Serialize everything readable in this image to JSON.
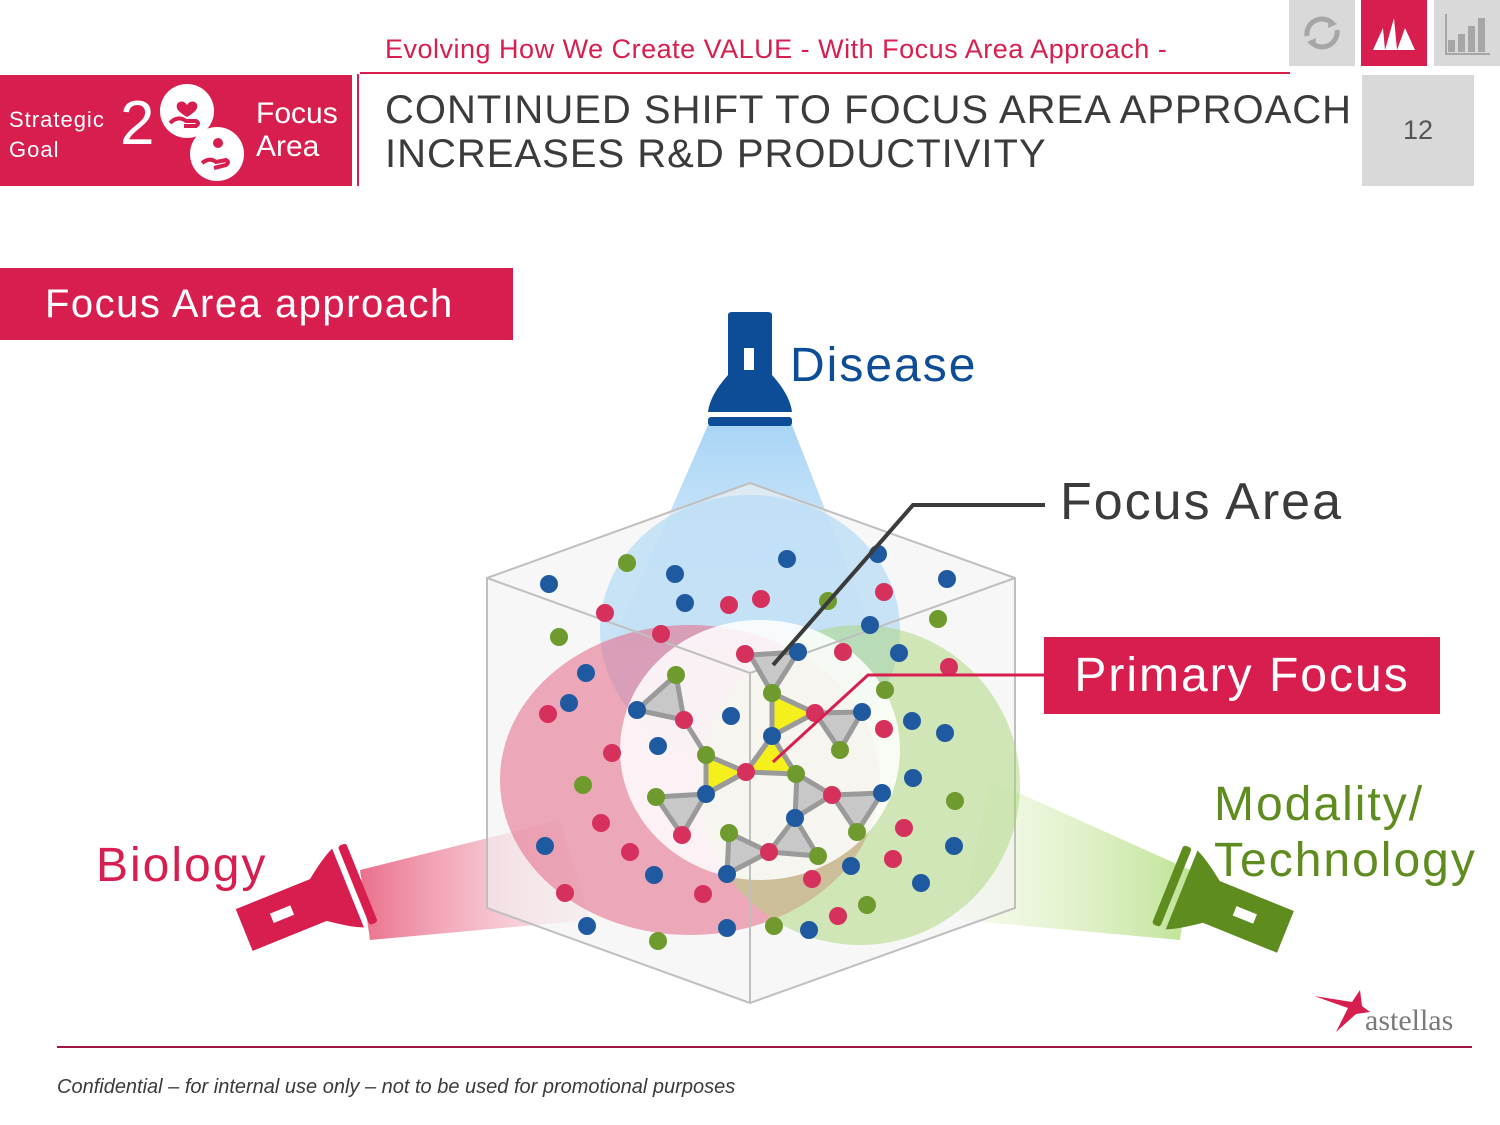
{
  "header": {
    "goal_word1": "Strategic",
    "goal_word2": "Goal",
    "goal_number": "2",
    "area_word1": "Focus",
    "area_word2": "Area",
    "subtitle": "Evolving How We Create VALUE  - With Focus Area Approach -",
    "title_line1": "CONTINUED SHIFT TO FOCUS AREA APPROACH",
    "title_line2": "INCREASES R&D PRODUCTIVITY",
    "page_number": "12"
  },
  "nav_icons": [
    "refresh-icon",
    "astellas-logo-icon",
    "bar-chart-icon"
  ],
  "section_banner": "Focus Area approach",
  "diagram": {
    "disease_label": "Disease",
    "focus_area_label": "Focus Area",
    "primary_focus_label": "Primary Focus",
    "biology_label": "Biology",
    "modality_line1": "Modality/",
    "modality_line2": "Technology"
  },
  "colors": {
    "brand_red": "#d81e4f",
    "disease_blue": "#0d4c96",
    "modality_green": "#5e8c1f",
    "dot_blue": "#1f5aa0",
    "dot_red": "#d6305c",
    "dot_green": "#6f9a2e"
  },
  "footer": {
    "confidential": "Confidential – for internal use only – not to be used for promotional purposes",
    "brand": "astellas"
  }
}
